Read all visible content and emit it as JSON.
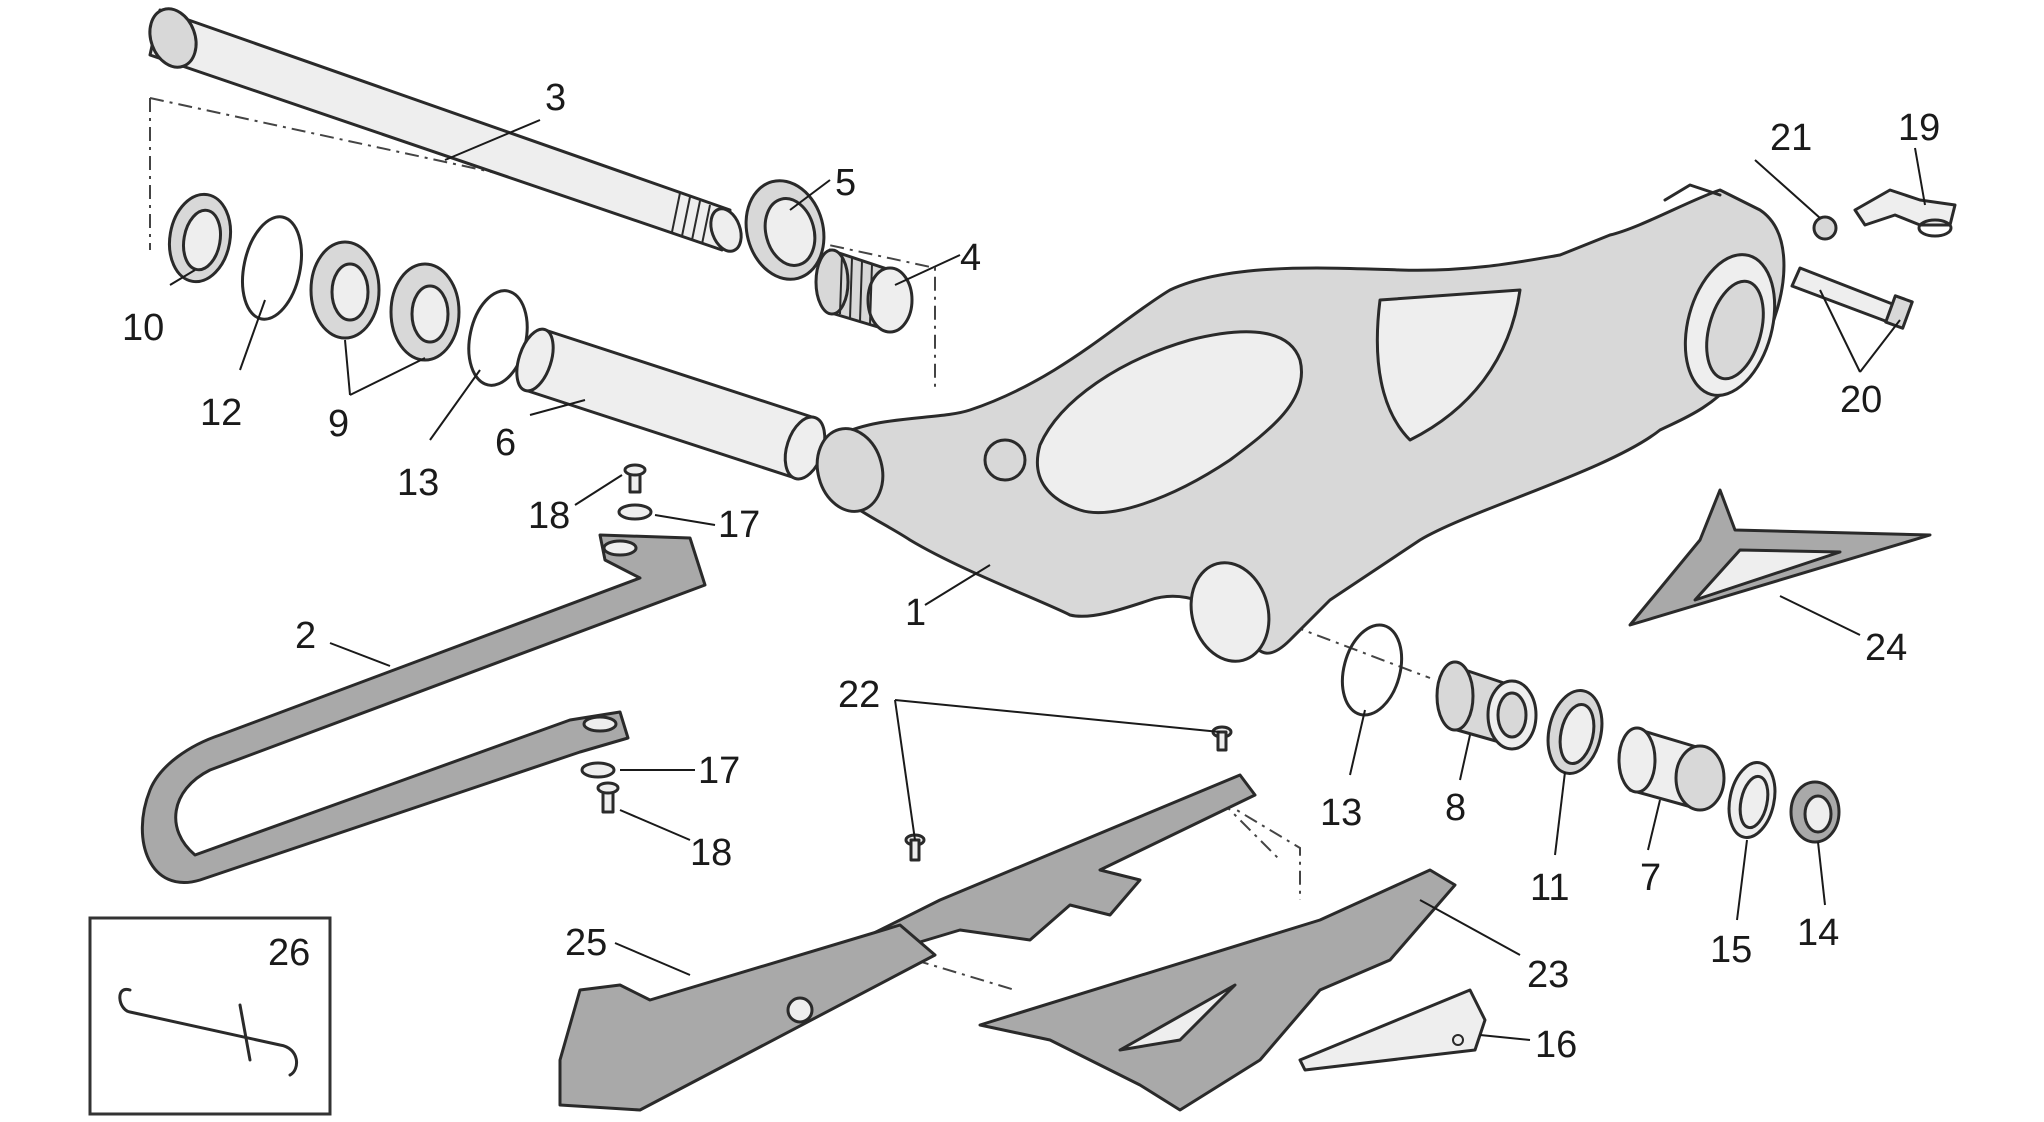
{
  "callouts": [
    "1",
    "2",
    "3",
    "4",
    "5",
    "6",
    "7",
    "8",
    "9",
    "10",
    "11",
    "12",
    "13",
    "13",
    "14",
    "15",
    "16",
    "17",
    "17",
    "18",
    "18",
    "19",
    "20",
    "21",
    "22",
    "23",
    "24",
    "25",
    "26"
  ]
}
